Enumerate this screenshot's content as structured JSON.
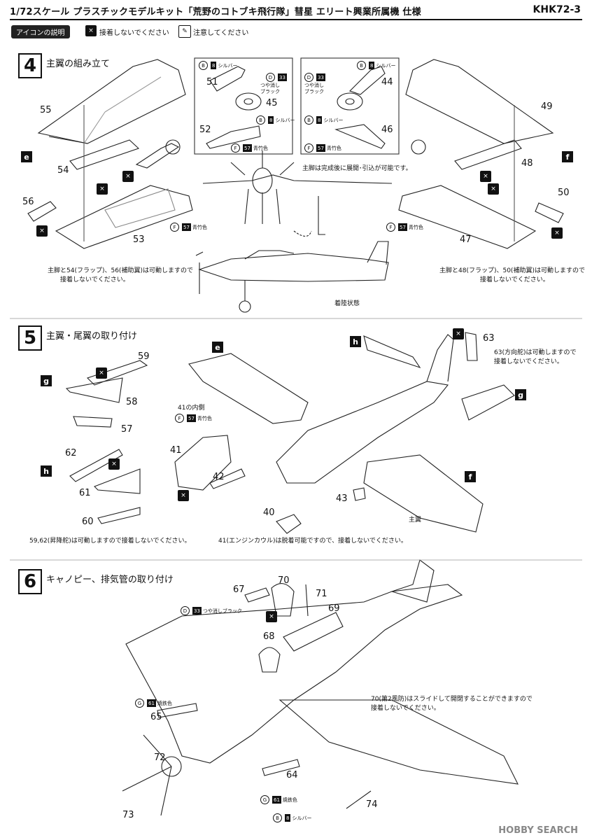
{
  "header": {
    "title": "1/72スケール プラスチックモデルキット「荒野のコトブキ飛行隊」彗星 エリート興業所属機 仕様",
    "code": "KHK72-3"
  },
  "legend": {
    "tag": "アイコンの説明",
    "no_glue_icon": "×",
    "no_glue": "接着しないでください",
    "caution": "注意してください"
  },
  "step4": {
    "number": "4",
    "title": "主翼の組み立て",
    "parts": [
      "55",
      "54",
      "56",
      "53",
      "51",
      "52",
      "45",
      "44",
      "46",
      "49",
      "48",
      "50",
      "47"
    ],
    "tags": [
      "e",
      "f"
    ],
    "colors": {
      "silver": {
        "code": "B",
        "num": "8",
        "name": "シルバー"
      },
      "flat_black": {
        "code": "D",
        "num": "33",
        "name": "つや消し\nブラック"
      },
      "aotake": {
        "code": "F",
        "num": "57",
        "name": "青竹色"
      }
    },
    "gear_note": "主脚は完成後に展開･引込が可能です。",
    "note_left_1": "主脚と54(フラップ)、56(補助翼)は可動しますので",
    "note_left_2": "接着しないでください。",
    "note_right_1": "主脚と48(フラップ)、50(補助翼)は可動しますので",
    "note_right_2": "接着しないでください。",
    "landing": "着陸状態"
  },
  "step5": {
    "number": "5",
    "title": "主翼・尾翼の取り付け",
    "parts": [
      "59",
      "58",
      "57",
      "62",
      "61",
      "60",
      "41",
      "42",
      "40",
      "43",
      "63"
    ],
    "tags": [
      "g",
      "h",
      "e",
      "h",
      "g",
      "f"
    ],
    "cowl_inner": "41の内側",
    "main_wing": "主翼",
    "note_elevator": "59,62(昇降舵)は可動しますので接着しないでください。",
    "note_cowl": "41(エンジンカウル)は脱着可能ですので、接着しないでください。",
    "note_rudder_1": "63(方向舵)は可動しますので",
    "note_rudder_2": "接着しないでください。"
  },
  "step6": {
    "number": "6",
    "title": "キャノピー、排気管の取り付け",
    "parts": [
      "67",
      "70",
      "71",
      "69",
      "68",
      "65",
      "64",
      "72",
      "73",
      "74"
    ],
    "color_black": {
      "code": "D",
      "num": "33",
      "name": "つや消しブラック"
    },
    "color_iron": {
      "code": "G",
      "num": "61",
      "name": "焼鉄色"
    },
    "color_silver": {
      "code": "B",
      "num": "8",
      "name": "シルバー"
    },
    "note_canopy_1": "70(第2風防)はスライドして開閉することができますので",
    "note_canopy_2": "接着しないでください。"
  },
  "watermark": "HOBBY SEARCH"
}
